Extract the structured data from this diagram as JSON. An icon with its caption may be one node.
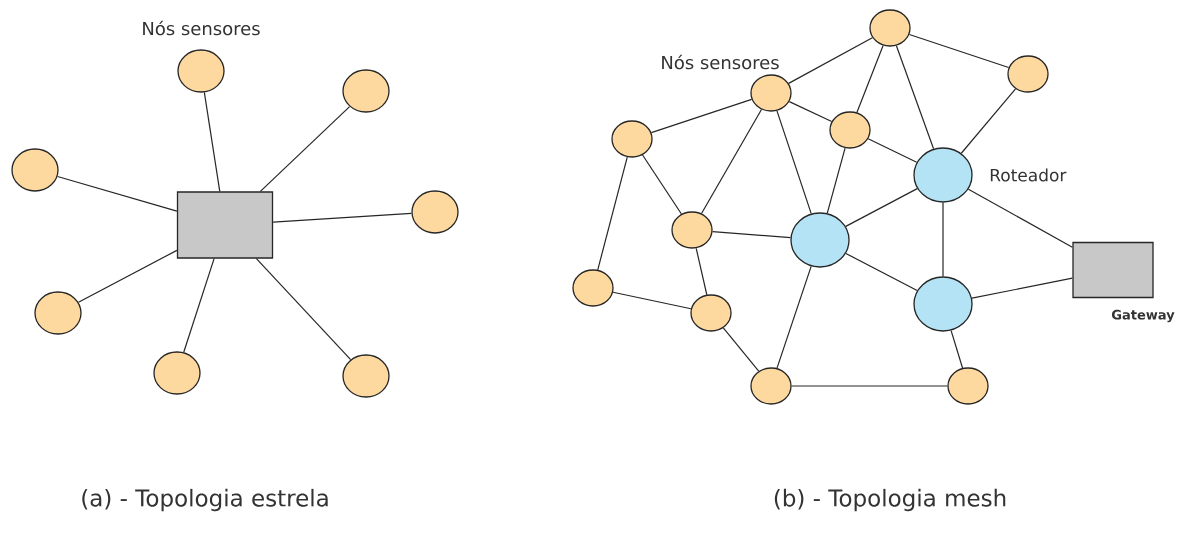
{
  "diagram": {
    "nodes": [
      {
        "text": [],
        "shape": "box"
      },
      {
        "text": [],
        "shape": "circle"
      },
      {
        "text": [],
        "shape": "circle"
      },
      {
        "text": [],
        "shape": "circle"
      },
      {
        "text": [],
        "shape": "circle"
      },
      {
        "text": [],
        "shape": "circle"
      },
      {
        "text": [],
        "shape": "circle"
      },
      {
        "text": [],
        "shape": "circle"
      },
      {
        "text": [],
        "shape": "circle"
      },
      {
        "text": [],
        "shape": "circle"
      },
      {
        "text": [],
        "shape": "circle"
      },
      {
        "text": [],
        "shape": "circle"
      },
      {
        "text": [],
        "shape": "circle"
      },
      {
        "text": [],
        "shape": "circle",
        "beside": [
          "Roteador"
        ]
      },
      {
        "text": [],
        "shape": "circle"
      },
      {
        "text": [],
        "shape": "circle"
      },
      {
        "text": [],
        "shape": "circle"
      },
      {
        "text": [],
        "shape": "circle"
      },
      {
        "text": [],
        "shape": "circle"
      },
      {
        "text": [],
        "shape": "circle"
      },
      {
        "text": [],
        "shape": "circle"
      },
      {
        "text": [],
        "shape": "box",
        "beside": [
          "Gateway"
        ]
      }
    ],
    "edges": [
      {
        "from": 0,
        "to": 1,
        "arrow": "none"
      },
      {
        "from": 0,
        "to": 2,
        "arrow": "none"
      },
      {
        "from": 0,
        "to": 3,
        "arrow": "none"
      },
      {
        "from": 0,
        "to": 4,
        "arrow": "none"
      },
      {
        "from": 0,
        "to": 5,
        "arrow": "none"
      },
      {
        "from": 0,
        "to": 6,
        "arrow": "none"
      },
      {
        "from": 0,
        "to": 7,
        "arrow": "none"
      },
      {
        "from": 10,
        "to": 8,
        "arrow": "none"
      },
      {
        "from": 10,
        "to": 11,
        "arrow": "none"
      },
      {
        "from": 10,
        "to": 12,
        "arrow": "none"
      },
      {
        "from": 10,
        "to": 14,
        "arrow": "none"
      },
      {
        "from": 10,
        "to": 15,
        "arrow": "none"
      },
      {
        "from": 8,
        "to": 12,
        "arrow": "none"
      },
      {
        "from": 8,
        "to": 13,
        "arrow": "none"
      },
      {
        "from": 8,
        "to": 9,
        "arrow": "none"
      },
      {
        "from": 9,
        "to": 13,
        "arrow": "none"
      },
      {
        "from": 12,
        "to": 13,
        "arrow": "none"
      },
      {
        "from": 12,
        "to": 15,
        "arrow": "none"
      },
      {
        "from": 11,
        "to": 14,
        "arrow": "none"
      },
      {
        "from": 11,
        "to": 16,
        "arrow": "none"
      },
      {
        "from": 14,
        "to": 15,
        "arrow": "none"
      },
      {
        "from": 14,
        "to": 17,
        "arrow": "none"
      },
      {
        "from": 16,
        "to": 17,
        "arrow": "none"
      },
      {
        "from": 17,
        "to": 19,
        "arrow": "none"
      },
      {
        "from": 15,
        "to": 13,
        "arrow": "none"
      },
      {
        "from": 15,
        "to": 18,
        "arrow": "none"
      },
      {
        "from": 15,
        "to": 19,
        "arrow": "none"
      },
      {
        "from": 13,
        "to": 18,
        "arrow": "none"
      },
      {
        "from": 13,
        "to": 21,
        "arrow": "none"
      },
      {
        "from": 18,
        "to": 21,
        "arrow": "none"
      },
      {
        "from": 18,
        "to": 20,
        "arrow": "none"
      },
      {
        "from": 19,
        "to": 20,
        "arrow": "none"
      }
    ],
    "labels": [
      "Nós sensores",
      "Nós sensores",
      "(a) - Topologia estrela",
      "(b) - Topologia mesh"
    ]
  }
}
